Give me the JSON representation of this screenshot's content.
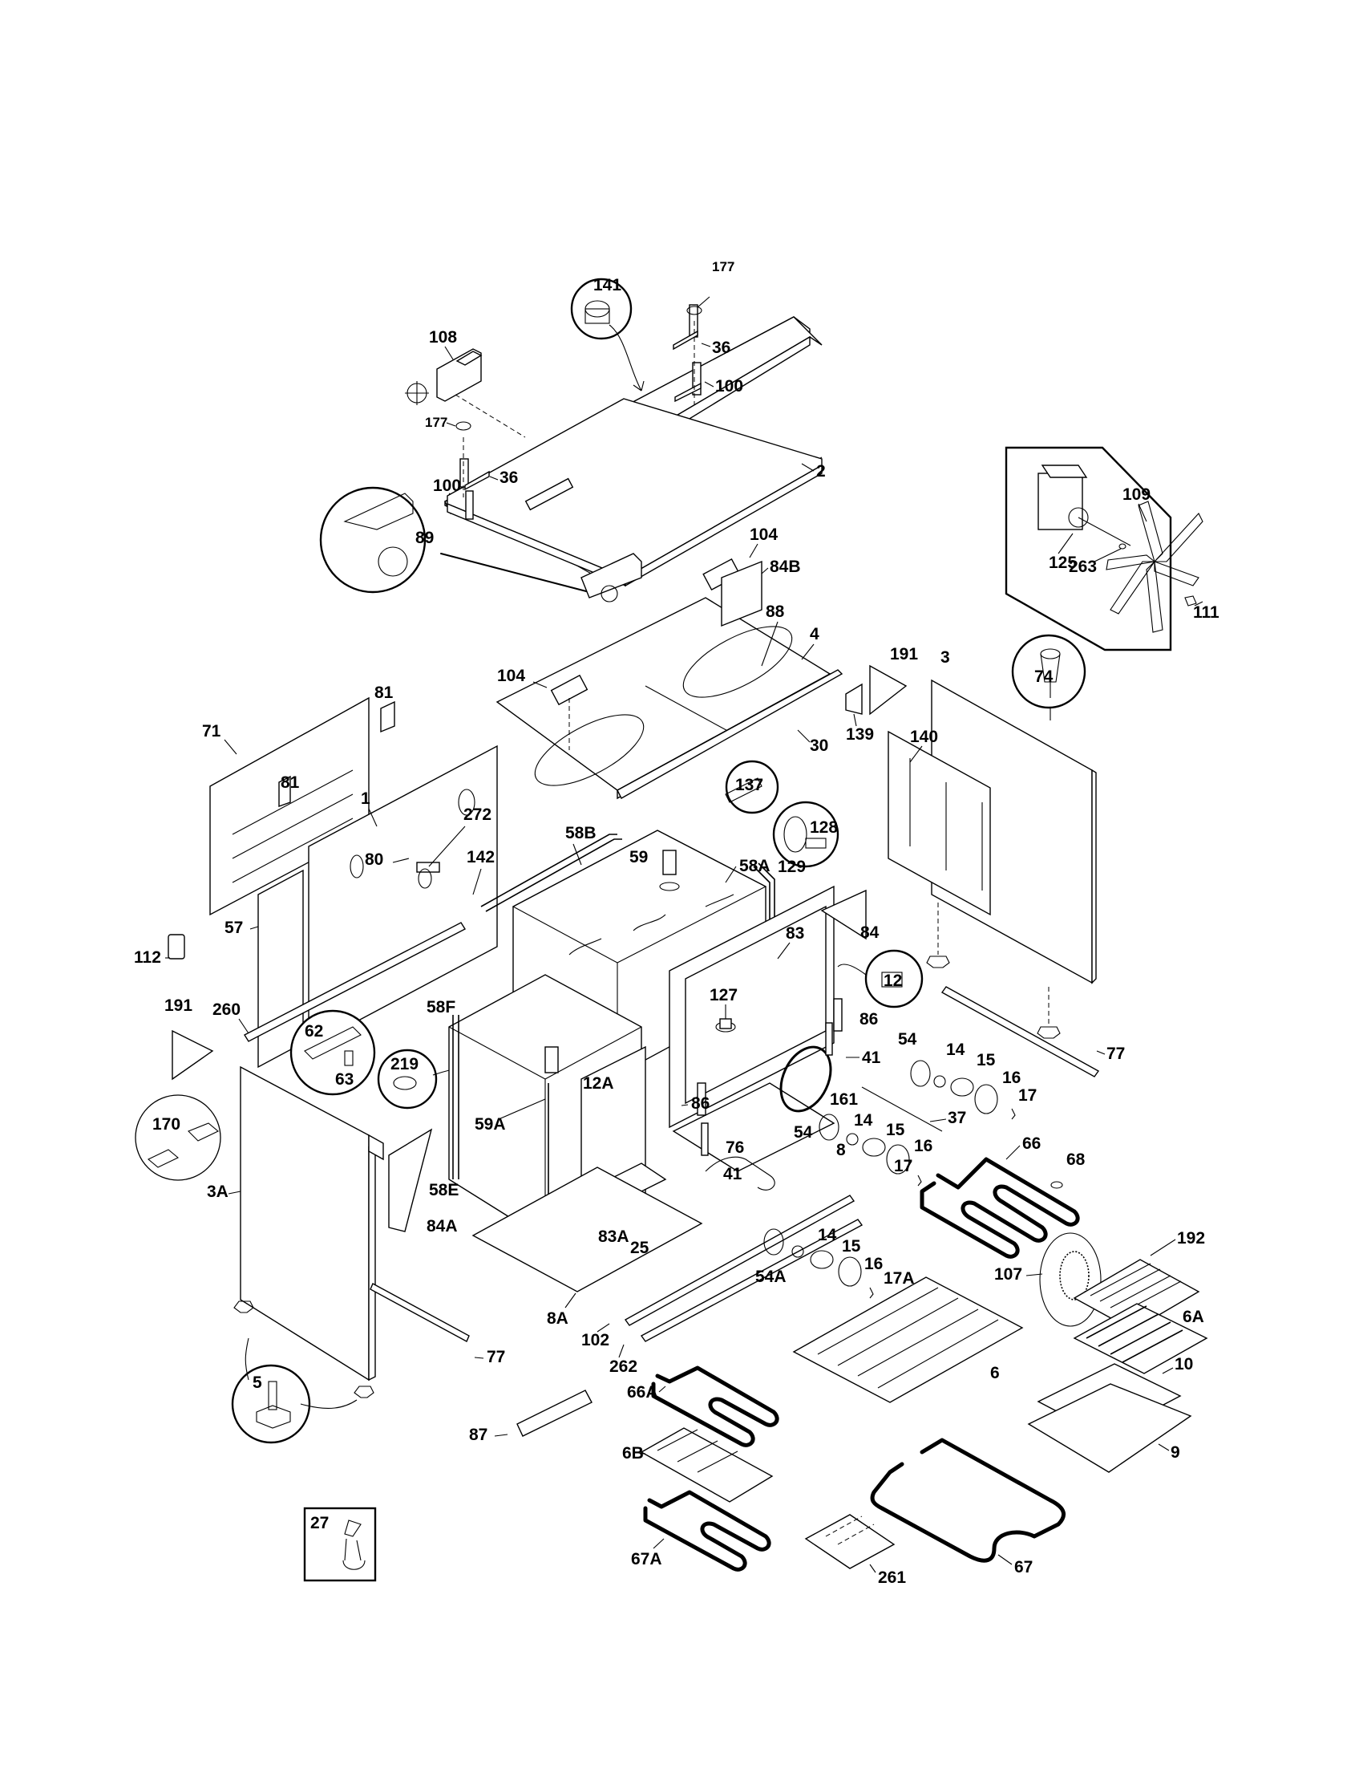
{
  "diagram": {
    "type": "exploded-parts-view",
    "subject": "oven body assembly",
    "callouts": [
      {
        "id": "141",
        "label": "141"
      },
      {
        "id": "177a",
        "label": "177"
      },
      {
        "id": "36a",
        "label": "36"
      },
      {
        "id": "100a",
        "label": "100"
      },
      {
        "id": "108",
        "label": "108"
      },
      {
        "id": "177b",
        "label": "177"
      },
      {
        "id": "100b",
        "label": "100"
      },
      {
        "id": "36b",
        "label": "36"
      },
      {
        "id": "2",
        "label": "2"
      },
      {
        "id": "89",
        "label": "89"
      },
      {
        "id": "104a",
        "label": "104"
      },
      {
        "id": "84B",
        "label": "84B"
      },
      {
        "id": "88",
        "label": "88"
      },
      {
        "id": "4",
        "label": "4"
      },
      {
        "id": "104b",
        "label": "104"
      },
      {
        "id": "125",
        "label": "125"
      },
      {
        "id": "109",
        "label": "109"
      },
      {
        "id": "263",
        "label": "263"
      },
      {
        "id": "111",
        "label": "111"
      },
      {
        "id": "191a",
        "label": "191"
      },
      {
        "id": "3",
        "label": "3"
      },
      {
        "id": "74",
        "label": "74"
      },
      {
        "id": "139",
        "label": "139"
      },
      {
        "id": "30",
        "label": "30"
      },
      {
        "id": "140",
        "label": "140"
      },
      {
        "id": "81a",
        "label": "81"
      },
      {
        "id": "71",
        "label": "71"
      },
      {
        "id": "81b",
        "label": "81"
      },
      {
        "id": "1",
        "label": "1"
      },
      {
        "id": "272",
        "label": "272"
      },
      {
        "id": "80",
        "label": "80"
      },
      {
        "id": "58B",
        "label": "58B"
      },
      {
        "id": "142",
        "label": "142"
      },
      {
        "id": "137",
        "label": "137"
      },
      {
        "id": "128",
        "label": "128"
      },
      {
        "id": "129",
        "label": "129"
      },
      {
        "id": "59",
        "label": "59"
      },
      {
        "id": "58A",
        "label": "58A"
      },
      {
        "id": "57",
        "label": "57"
      },
      {
        "id": "112",
        "label": "112"
      },
      {
        "id": "83",
        "label": "83"
      },
      {
        "id": "84",
        "label": "84"
      },
      {
        "id": "12",
        "label": "12"
      },
      {
        "id": "191b",
        "label": "191"
      },
      {
        "id": "260",
        "label": "260"
      },
      {
        "id": "58F",
        "label": "58F"
      },
      {
        "id": "62",
        "label": "62"
      },
      {
        "id": "63",
        "label": "63"
      },
      {
        "id": "127",
        "label": "127"
      },
      {
        "id": "86a",
        "label": "86"
      },
      {
        "id": "77a",
        "label": "77"
      },
      {
        "id": "219",
        "label": "219"
      },
      {
        "id": "12A",
        "label": "12A"
      },
      {
        "id": "86b",
        "label": "86"
      },
      {
        "id": "41a",
        "label": "41"
      },
      {
        "id": "54a",
        "label": "54"
      },
      {
        "id": "14a",
        "label": "14"
      },
      {
        "id": "15a",
        "label": "15"
      },
      {
        "id": "16a",
        "label": "16"
      },
      {
        "id": "17a",
        "label": "17"
      },
      {
        "id": "161",
        "label": "161"
      },
      {
        "id": "37",
        "label": "37"
      },
      {
        "id": "170",
        "label": "170"
      },
      {
        "id": "59A",
        "label": "59A"
      },
      {
        "id": "54b",
        "label": "54"
      },
      {
        "id": "14b",
        "label": "14"
      },
      {
        "id": "15b",
        "label": "15"
      },
      {
        "id": "16b",
        "label": "16"
      },
      {
        "id": "17b",
        "label": "17"
      },
      {
        "id": "8",
        "label": "8"
      },
      {
        "id": "76",
        "label": "76"
      },
      {
        "id": "41b",
        "label": "41"
      },
      {
        "id": "66",
        "label": "66"
      },
      {
        "id": "68",
        "label": "68"
      },
      {
        "id": "3A",
        "label": "3A"
      },
      {
        "id": "58E",
        "label": "58E"
      },
      {
        "id": "84A",
        "label": "84A"
      },
      {
        "id": "83A",
        "label": "83A"
      },
      {
        "id": "25",
        "label": "25"
      },
      {
        "id": "14c",
        "label": "14"
      },
      {
        "id": "15c",
        "label": "15"
      },
      {
        "id": "16c",
        "label": "16"
      },
      {
        "id": "17A",
        "label": "17A"
      },
      {
        "id": "54A",
        "label": "54A"
      },
      {
        "id": "107",
        "label": "107"
      },
      {
        "id": "192",
        "label": "192"
      },
      {
        "id": "6A",
        "label": "6A"
      },
      {
        "id": "8A",
        "label": "8A"
      },
      {
        "id": "102",
        "label": "102"
      },
      {
        "id": "262",
        "label": "262"
      },
      {
        "id": "77b",
        "label": "77"
      },
      {
        "id": "10",
        "label": "10"
      },
      {
        "id": "6",
        "label": "6"
      },
      {
        "id": "5",
        "label": "5"
      },
      {
        "id": "66A",
        "label": "66A"
      },
      {
        "id": "87",
        "label": "87"
      },
      {
        "id": "9",
        "label": "9"
      },
      {
        "id": "6B",
        "label": "6B"
      },
      {
        "id": "27",
        "label": "27"
      },
      {
        "id": "67A",
        "label": "67A"
      },
      {
        "id": "261",
        "label": "261"
      },
      {
        "id": "67",
        "label": "67"
      }
    ]
  }
}
